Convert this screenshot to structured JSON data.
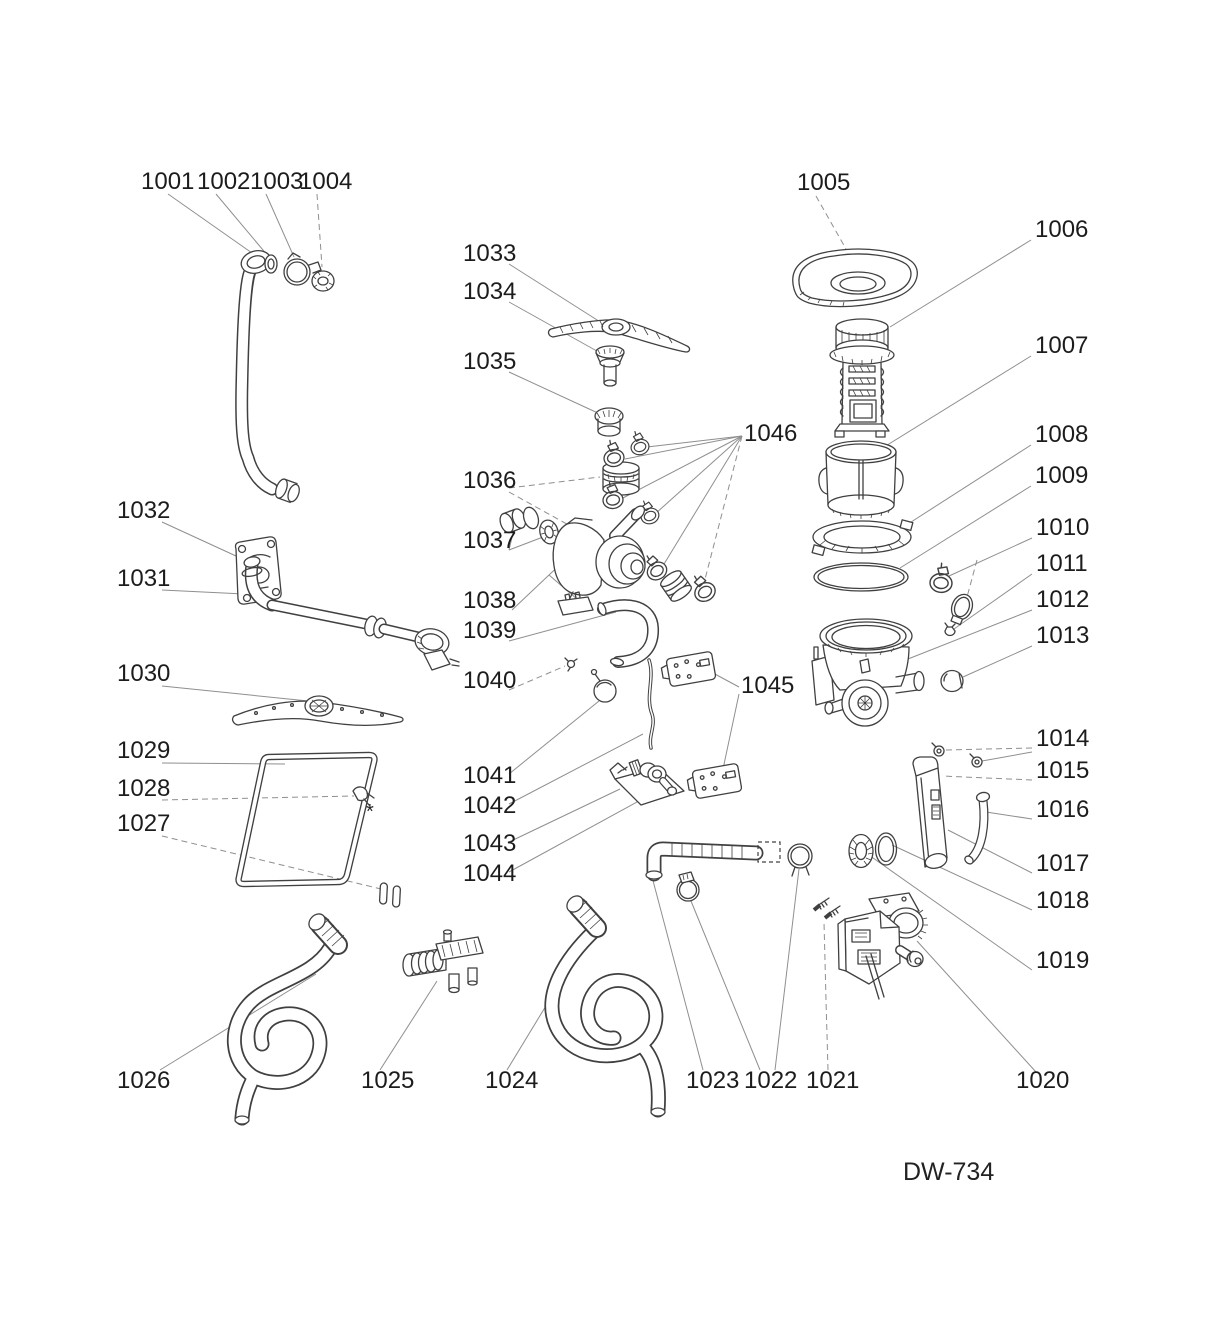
{
  "diagram_code": "DW-734",
  "footnote_mark": "*",
  "parts": {
    "p1001": "1001",
    "p1002": "1002",
    "p1003": "1003",
    "p1004": "1004",
    "p1005": "1005",
    "p1006": "1006",
    "p1007": "1007",
    "p1008": "1008",
    "p1009": "1009",
    "p1010": "1010",
    "p1011": "1011",
    "p1012": "1012",
    "p1013": "1013",
    "p1014": "1014",
    "p1015": "1015",
    "p1016": "1016",
    "p1017": "1017",
    "p1018": "1018",
    "p1019": "1019",
    "p1020": "1020",
    "p1021": "1021",
    "p1022": "1022",
    "p1023": "1023",
    "p1024": "1024",
    "p1025": "1025",
    "p1026": "1026",
    "p1027": "1027",
    "p1028": "1028",
    "p1029": "1029",
    "p1030": "1030",
    "p1031": "1031",
    "p1032": "1032",
    "p1033": "1033",
    "p1034": "1034",
    "p1035": "1035",
    "p1036": "1036",
    "p1037": "1037",
    "p1038": "1038",
    "p1039": "1039",
    "p1040": "1040",
    "p1041": "1041",
    "p1042": "1042",
    "p1043": "1043",
    "p1044": "1044",
    "p1045": "1045",
    "p1046": "1046"
  }
}
